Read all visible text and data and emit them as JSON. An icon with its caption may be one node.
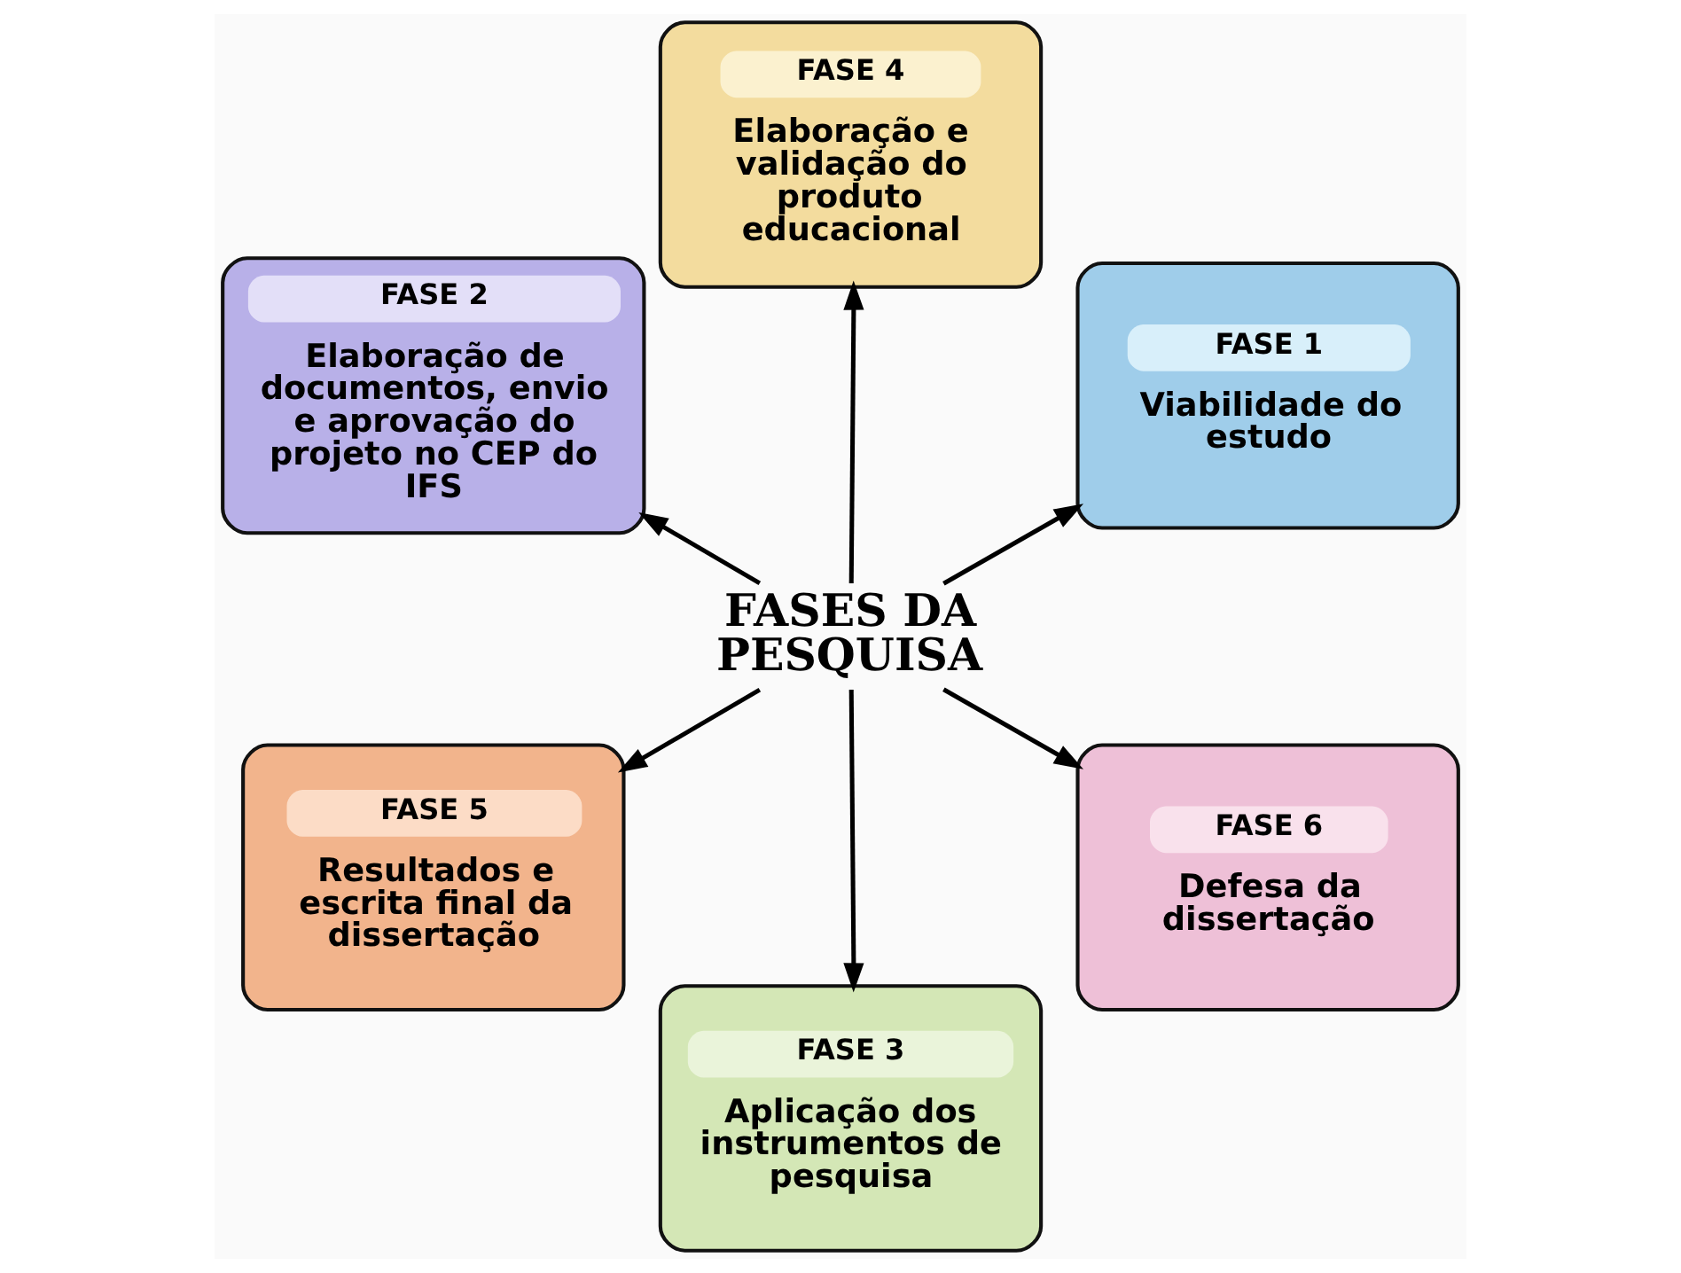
{
  "diagram": {
    "nodes": [
      {
        "text": [
          "FASE 1",
          "Viabilidade do estudo"
        ]
      },
      {
        "text": [
          "FASE 4",
          "Elaboração e validação do produto educacional"
        ]
      },
      {
        "text": [
          "FASE 2",
          "Elaboração de documentos, envio e aprovação do projeto no CEP do IFS"
        ]
      },
      {
        "text": [
          "FASES DA PESQUISA"
        ]
      },
      {
        "text": [
          "FASE 5",
          "Resultados e escrita final da dissertação"
        ]
      },
      {
        "text": [
          "FASE 3",
          "Aplicação dos instrumentos de pesquisa"
        ]
      },
      {
        "text": [
          "FASE 6",
          "Defesa da dissertação"
        ]
      }
    ],
    "edges": [
      {
        "from": 3,
        "to": 0,
        "arrow": "to"
      },
      {
        "from": 3,
        "to": 2,
        "arrow": "to"
      },
      {
        "from": 3,
        "to": 5,
        "arrow": "to"
      },
      {
        "from": 3,
        "to": 1,
        "arrow": "to"
      },
      {
        "from": 3,
        "to": 4,
        "arrow": "to"
      },
      {
        "from": 3,
        "to": 6,
        "arrow": "to"
      }
    ]
  }
}
